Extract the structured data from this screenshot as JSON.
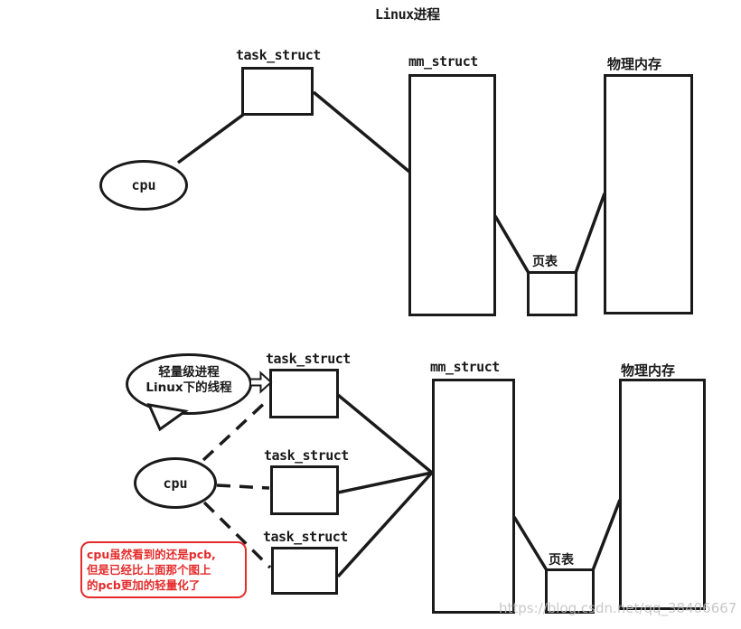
{
  "title": "Linux进程",
  "watermark": "https://blog.csdn.net/qq_38406667",
  "colors": {
    "diagram_line": "#1a1a1a",
    "note_accent": "#e52b2b",
    "watermark_gray": "#bebebe"
  },
  "top_diagram": {
    "cpu_label": "cpu",
    "task_struct_label": "task_struct",
    "mm_struct_label": "mm_struct",
    "physical_memory_label": "物理内存",
    "page_table_label": "页表"
  },
  "bottom_diagram": {
    "bubble": {
      "line1": "轻量级进程",
      "line2": "Linux下的线程"
    },
    "cpu_label": "cpu",
    "task_struct_labels": [
      "task_struct",
      "task_struct",
      "task_struct"
    ],
    "mm_struct_label": "mm_struct",
    "physical_memory_label": "物理内存",
    "page_table_label": "页表",
    "note": {
      "line1": "cpu虽然看到的还是pcb,",
      "line2": "但是已经比上面那个图上",
      "line3": "的pcb更加的轻量化了"
    }
  }
}
